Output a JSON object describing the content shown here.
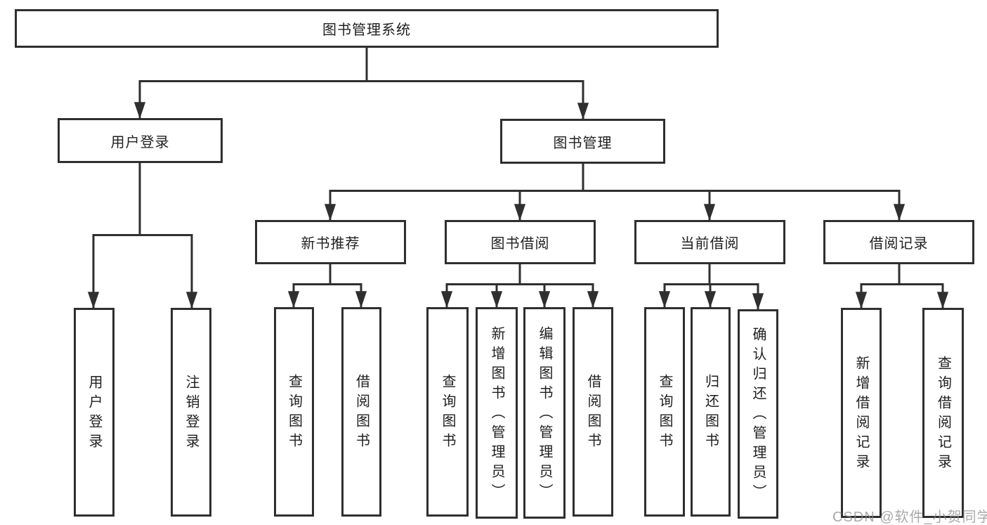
{
  "diagram": {
    "root": {
      "label": "图书管理系统"
    },
    "branches": [
      {
        "label": "用户登录",
        "children": [
          {
            "label": "用户登录"
          },
          {
            "label": "注销登录"
          }
        ]
      },
      {
        "label": "图书管理",
        "groups": [
          {
            "label": "新书推荐",
            "children": [
              {
                "label": "查询图书"
              },
              {
                "label": "借阅图书"
              }
            ]
          },
          {
            "label": "图书借阅",
            "children": [
              {
                "label": "查询图书"
              },
              {
                "label": "新增图书（管理员）"
              },
              {
                "label": "编辑图书（管理员）"
              },
              {
                "label": "借阅图书"
              }
            ]
          },
          {
            "label": "当前借阅",
            "children": [
              {
                "label": "查询图书"
              },
              {
                "label": "归还图书"
              },
              {
                "label": "确认归还（管理员）"
              }
            ]
          },
          {
            "label": "借阅记录",
            "children": [
              {
                "label": "新增借阅记录"
              },
              {
                "label": "查询借阅记录"
              }
            ]
          }
        ]
      }
    ]
  },
  "watermark": {
    "text": "CSDN @软件_小贺同学"
  },
  "colors": {
    "line": "#333333",
    "box_border": "#2f2f2f",
    "text": "#1f1f1f",
    "watermark": "#8c8c8c",
    "background": "#ffffff"
  }
}
